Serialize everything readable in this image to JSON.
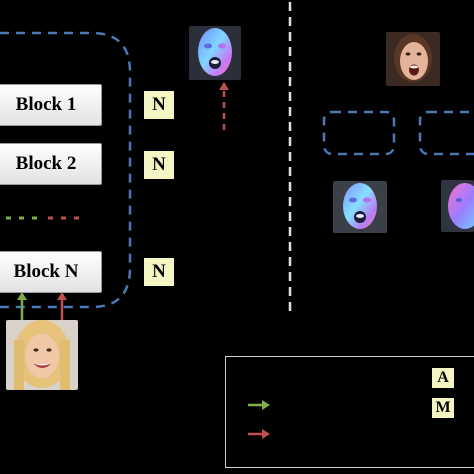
{
  "blocks": [
    {
      "label": "Block 1"
    },
    {
      "label": "Block 2"
    },
    {
      "label": "Block N"
    }
  ],
  "badges": {
    "n_label": "N",
    "legend_a": "A",
    "legend_m": "M"
  },
  "colors": {
    "green_arrow": "#7fae4a",
    "red_arrow": "#c0504d",
    "dashed_box": "#4a78b8",
    "divider": "#e0e0e0",
    "badge_fill": "#f4f5c3"
  },
  "images": {
    "input_face": "photo-blonde-woman-smiling",
    "normal_map_face_top": "normal-map-face-open-mouth",
    "photo_face_right": "photo-woman-open-mouth",
    "normal_map_face_mid": "normal-map-face-open-mouth",
    "normal_map_face_edge": "normal-map-face-partial"
  }
}
